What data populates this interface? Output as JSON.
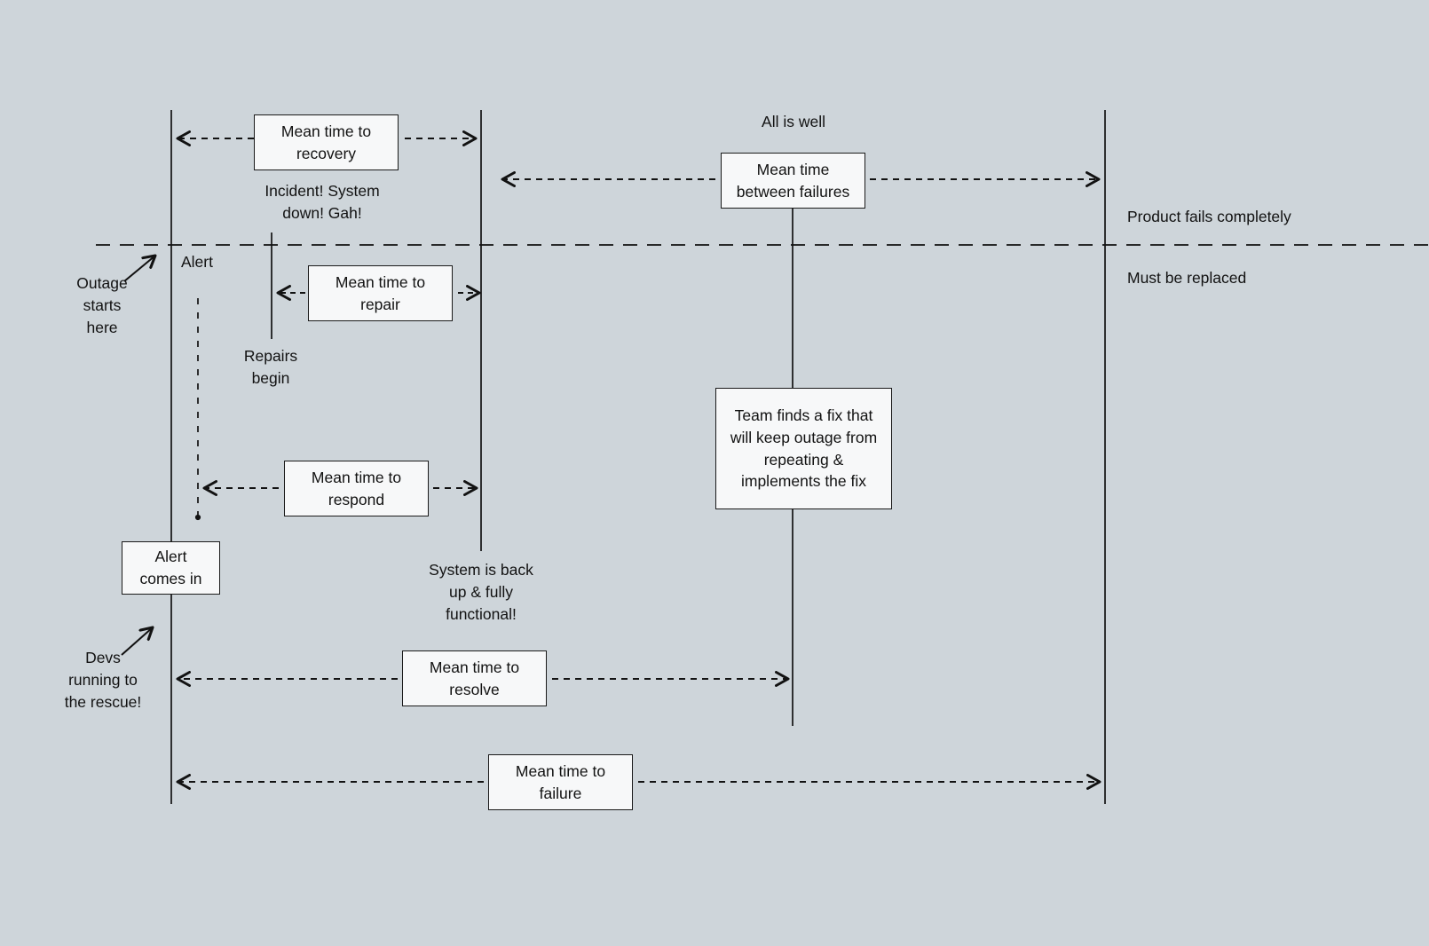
{
  "diagram": {
    "title": "Incident response timing metrics timeline",
    "background_color": "#ced5da",
    "box_fill": "#f7f8f9",
    "stroke_color": "#1a1a1a"
  },
  "boxes": {
    "mttrecovery": "Mean time to\nrecovery",
    "mtbf": "Mean time\nbetween failures",
    "mttrepair": "Mean time to\nrepair",
    "team_fix": "Team finds a fix that\nwill keep outage from\nrepeating &\nimplements the fix",
    "mttrespond": "Mean time to\nrespond",
    "alert_comes_in": "Alert\ncomes in",
    "mttresolve": "Mean time to\nresolve",
    "mttfailure": "Mean time to\nfailure"
  },
  "labels": {
    "all_is_well": "All is well",
    "incident": "Incident! System\ndown! Gah!",
    "product_fails": "Product fails completely",
    "must_be_replaced": "Must be replaced",
    "alert": "Alert",
    "outage_starts_here": "Outage\nstarts\nhere",
    "repairs_begin": "Repairs\nbegin",
    "system_back_up": "System is back\nup & fully\nfunctional!",
    "devs_running": "Devs\nrunning to\nthe rescue!"
  },
  "arrow_names": [
    "mean-time-to-recovery-left-arrow",
    "mean-time-to-recovery-right-arrow",
    "mean-time-between-failures-left-arrow",
    "mean-time-between-failures-right-arrow",
    "mean-time-to-repair-left-arrow",
    "mean-time-to-repair-right-arrow",
    "mean-time-to-respond-left-arrow",
    "mean-time-to-respond-right-arrow",
    "mean-time-to-resolve-left-arrow",
    "mean-time-to-resolve-right-arrow",
    "mean-time-to-failure-left-arrow",
    "mean-time-to-failure-right-arrow",
    "outage-starts-here-pointer",
    "devs-running-pointer"
  ],
  "lines": {
    "vertical_outage_start": "outage-start-lifeline",
    "vertical_system_back": "system-restored-lifeline",
    "vertical_fix_implemented": "fix-implemented-lifeline",
    "vertical_product_fails": "product-fails-lifeline",
    "vertical_repairs_begin": "repairs-begin-lifeline",
    "vertical_alert_dashed": "alert-dashed-lifeline",
    "horizontal_divider": "failure-threshold-divider"
  }
}
